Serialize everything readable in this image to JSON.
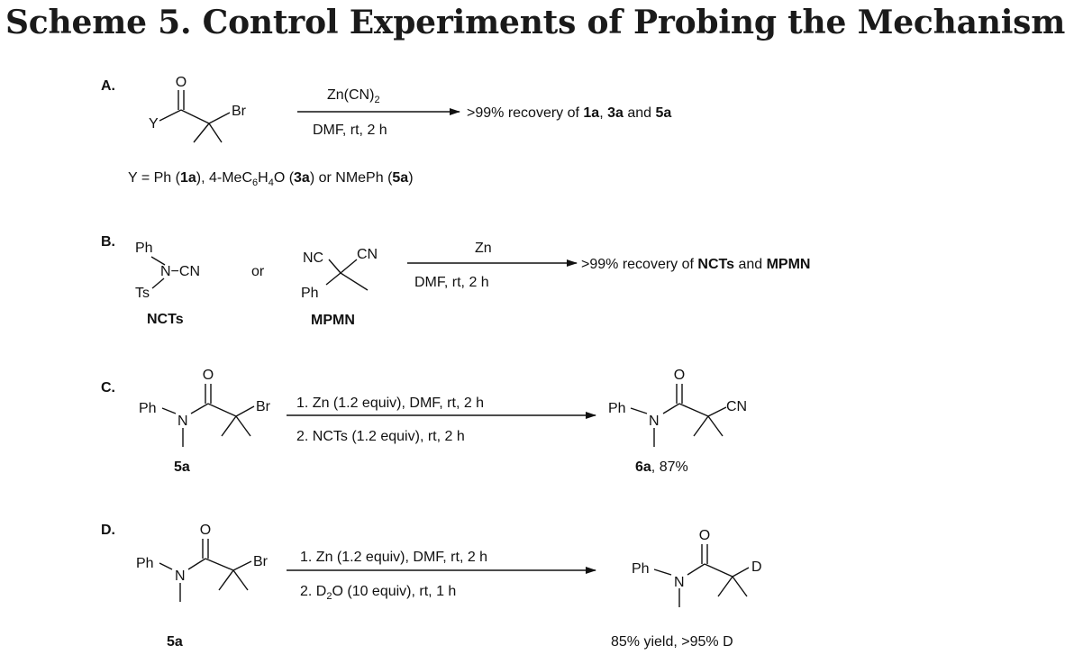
{
  "title": "Scheme 5. Control Experiments of Probing the Mechanism",
  "panels": {
    "A": {
      "label": "A.",
      "substrate": {
        "o": "O",
        "y": "Y",
        "br": "Br"
      },
      "reagent_top": "Zn(CN)",
      "reagent_top_sub": "2",
      "reagent_bottom": "DMF,  rt, 2 h",
      "result_pre": ">99% recovery of ",
      "result_c1": "1a",
      "result_mid1": ", ",
      "result_c2": "3a",
      "result_mid2": " and ",
      "result_c3": "5a",
      "note_p1": "Y = Ph (",
      "note_c1": "1a",
      "note_p2": "), 4-MeC",
      "note_s1": "6",
      "note_p3": "H",
      "note_s2": "4",
      "note_p4": "O (",
      "note_c2": "3a",
      "note_p5": ") or NMePh (",
      "note_c3": "5a",
      "note_p6": ")"
    },
    "B": {
      "label": "B.",
      "ncts_ph": "Ph",
      "ncts_ncn": "N−CN",
      "ncts_ts": "Ts",
      "ncts_name": "NCTs",
      "or": "or",
      "mpmn_nc": "NC",
      "mpmn_cn": "CN",
      "mpmn_ph": "Ph",
      "mpmn_name": "MPMN",
      "reagent_top": "Zn",
      "reagent_bottom": "DMF,  rt, 2 h",
      "result_pre": ">99% recovery of ",
      "result_c1": "NCTs",
      "result_mid": " and ",
      "result_c2": "MPMN"
    },
    "C": {
      "label": "C.",
      "sub_ph": "Ph",
      "sub_n": "N",
      "sub_o": "O",
      "sub_br": "Br",
      "sub_name": "5a",
      "step1": "1. Zn (1.2 equiv), DMF,  rt, 2 h",
      "step2": "2. NCTs  (1.2 equiv), rt, 2 h",
      "prod_ph": "Ph",
      "prod_n": "N",
      "prod_o": "O",
      "prod_cn": "CN",
      "prod_name": "6a",
      "prod_yield": ", 87%"
    },
    "D": {
      "label": "D.",
      "sub_ph": "Ph",
      "sub_n": "N",
      "sub_o": "O",
      "sub_br": "Br",
      "sub_name": "5a",
      "step1": "1. Zn (1.2 equiv), DMF,  rt, 2 h",
      "step2_pre": "2. D",
      "step2_sub": "2",
      "step2_post": "O (10 equiv), rt, 1 h",
      "prod_ph": "Ph",
      "prod_n": "N",
      "prod_o": "O",
      "prod_d": "D",
      "prod_yield": "85% yield, >95% D"
    }
  }
}
